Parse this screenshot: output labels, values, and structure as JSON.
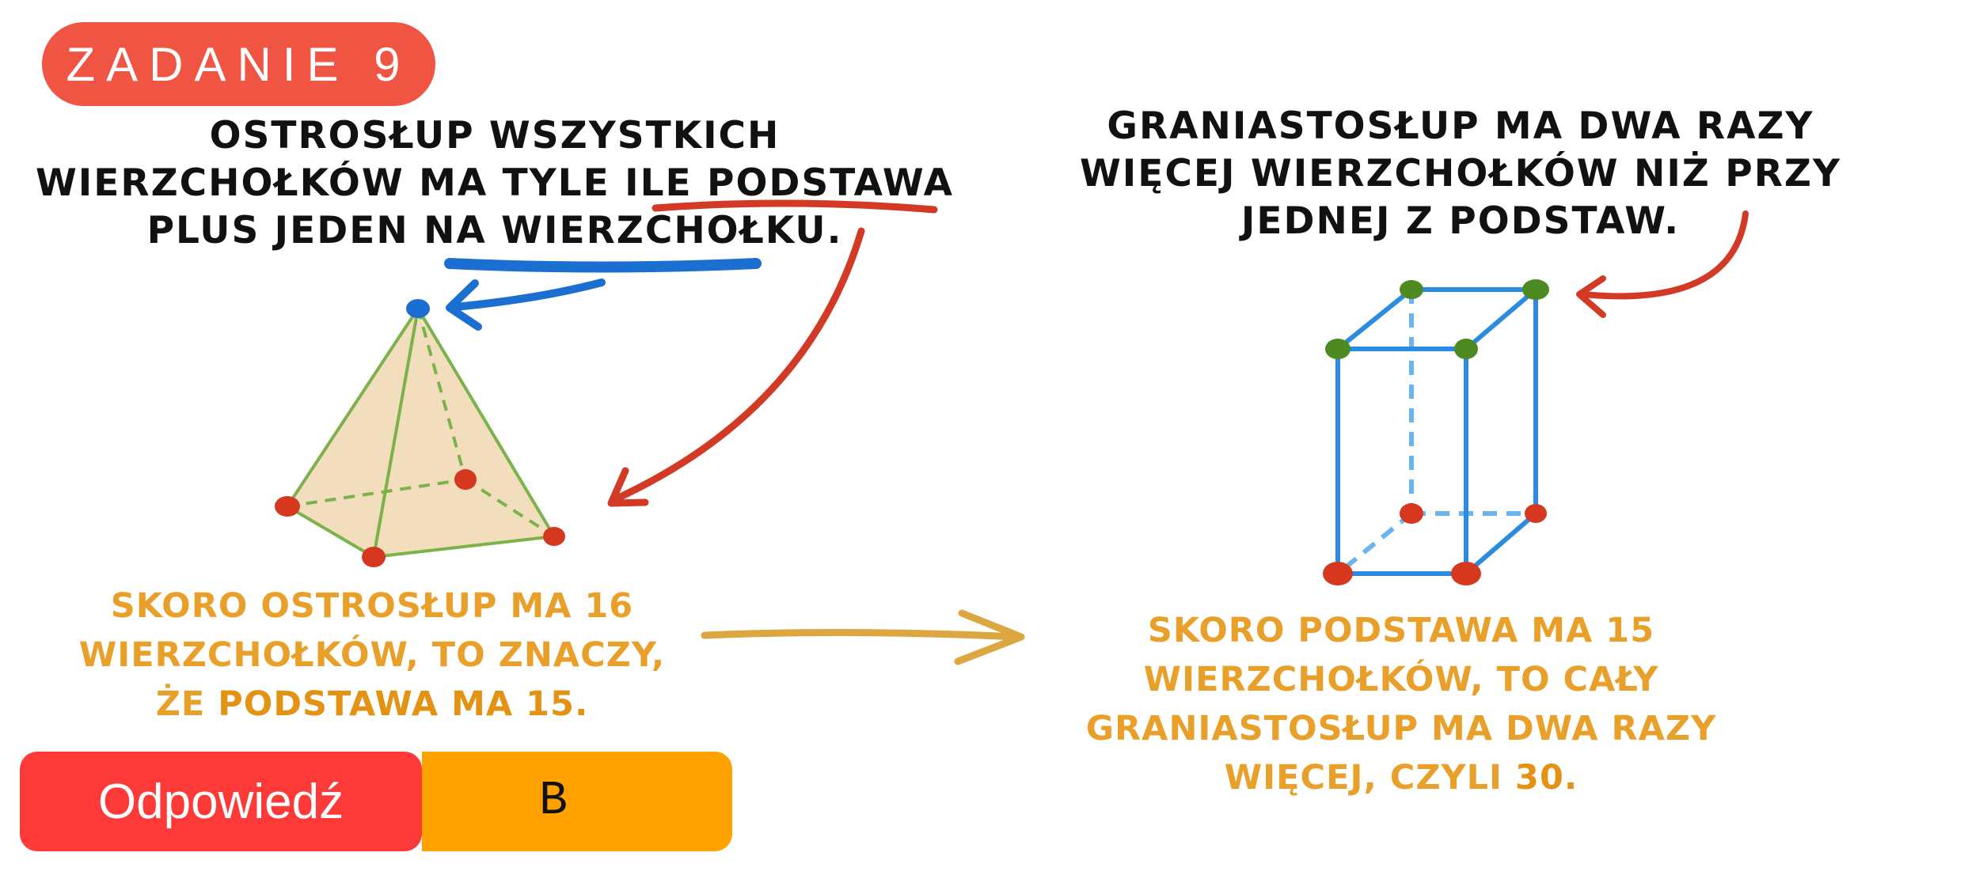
{
  "task": {
    "badge": "ZADANIE 9"
  },
  "notes": {
    "pyramid": [
      "OSTROSŁUP WSZYSTKICH",
      "WIERZCHOŁKÓW MA TYLE ILE PODSTAWA",
      "PLUS JEDEN NA WIERZCHOŁKU."
    ],
    "prism": [
      "GRANIASTOSŁUP MA DWA RAZY",
      "WIĘCEJ WIERZCHOŁKÓW NIŻ PRZY",
      "JEDNEJ Z PODSTAW."
    ]
  },
  "conclusions": {
    "pyramid": {
      "line1": "SKORO OSTROSŁUP MA 16",
      "line2": "WIERZCHOŁKÓW, TO ZNACZY,",
      "line3_prefix": "ŻE",
      "line3_bold": "PODSTAWA MA 15."
    },
    "prism": {
      "line1": "SKORO PODSTAWA MA 15",
      "line2": "WIERZCHOŁKÓW, TO CAŁY",
      "line3": "GRANIASTOSŁUP MA DWA RAZY",
      "line4_prefix": "WIĘCEJ, CZYLI",
      "line4_bold": "30."
    }
  },
  "answer": {
    "label": "Odpowiedź",
    "value": "B"
  },
  "colors": {
    "badge": "#f05543",
    "answer_label_bg": "#fe3a39",
    "answer_value_bg": "#ffa200",
    "note_orange": "#e9a02a",
    "underline_red": "#d23a25",
    "underline_blue": "#1b6fd1",
    "prism_blue": "#2b8be0",
    "vertex_green": "#4e8a22",
    "vertex_red": "#d6381f",
    "pyramid_fill": "#f2ddbd",
    "pyramid_edge": "#7bb24a"
  }
}
